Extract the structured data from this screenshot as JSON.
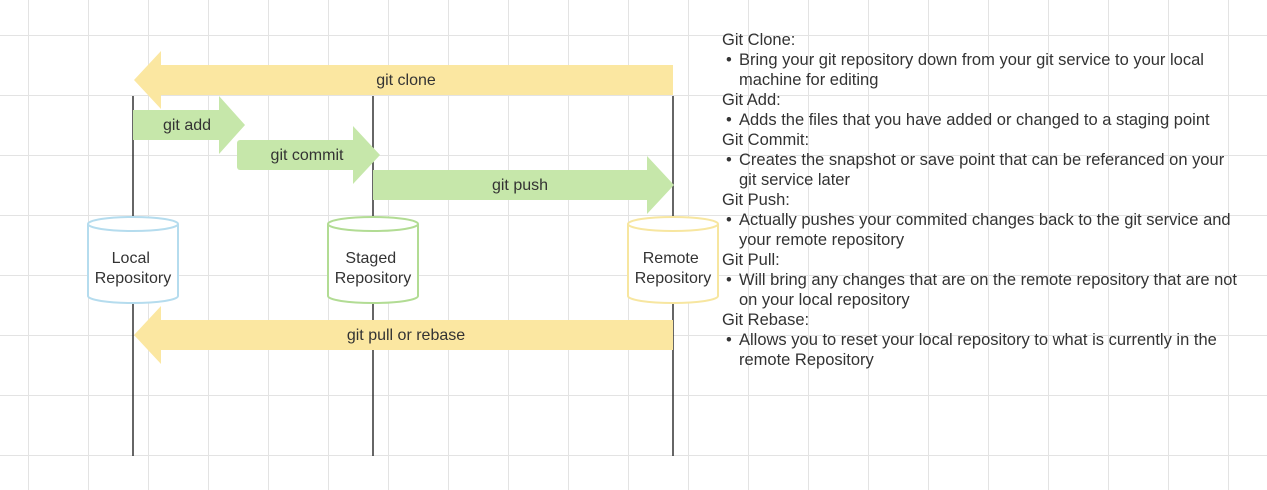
{
  "diagram": {
    "arrows": {
      "clone": "git clone",
      "add": "git add",
      "commit": "git commit",
      "push": "git push",
      "pull": "git pull or rebase"
    },
    "repos": {
      "local": [
        "Local",
        "Repository"
      ],
      "staged": [
        "Staged",
        "Repository"
      ],
      "remote": [
        "Remote",
        "Repository"
      ]
    }
  },
  "notes": [
    {
      "heading": "Git Clone:",
      "text": "Bring your git repository down from your git service to your local machine for editing"
    },
    {
      "heading": "Git Add:",
      "text": "Adds the files that you have added or changed to a staging point"
    },
    {
      "heading": "Git Commit:",
      "text": "Creates the snapshot or save point that can be referanced on your git service later"
    },
    {
      "heading": "Git Push:",
      "text": "Actually pushes your commited changes back to the git service and your remote repository"
    },
    {
      "heading": "Git Pull:",
      "text": "Will bring any changes that are on the remote repository that are not on your local repository"
    },
    {
      "heading": "Git Rebase:",
      "text": "Allows you to reset your local repository to what is currently in the remote Repository"
    }
  ],
  "colors": {
    "yellow_arrow": "#fbe7a1",
    "green_arrow": "#c6e7aa",
    "local_stroke": "#b5dcee",
    "staged_stroke": "#b2dc94",
    "remote_stroke": "#f7e6a0",
    "lifeline": "#333333"
  },
  "bullet_symbol": "•"
}
